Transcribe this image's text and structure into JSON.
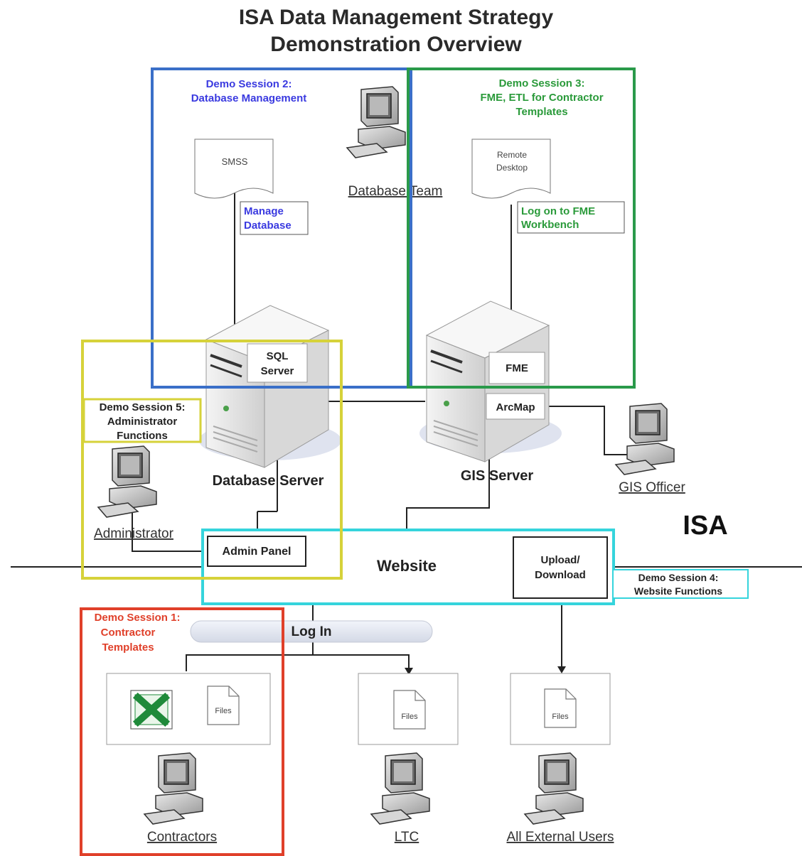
{
  "title": {
    "line1": "ISA Data Management Strategy",
    "line2": "Demonstration Overview"
  },
  "sessions": {
    "s1": {
      "line1": "Demo Session 1:",
      "line2": "Contractor",
      "line3": "Templates",
      "color": "#e0402a"
    },
    "s2": {
      "line1": "Demo Session 2:",
      "line2": "Database Management",
      "color": "#3a5fc8"
    },
    "s3": {
      "line1": "Demo Session 3:",
      "line2": "FME, ETL for Contractor",
      "line3": "Templates",
      "color": "#2a9a4a"
    },
    "s4": {
      "line1": "Demo Session 4:",
      "line2": "Website Functions",
      "color": "#35d4dc"
    },
    "s5": {
      "line1": "Demo Session 5:",
      "line2": "Administrator",
      "line3": "Functions",
      "color": "#d6d23a"
    }
  },
  "docs": {
    "smss": "SMSS",
    "remote_line1": "Remote",
    "remote_line2": "Desktop"
  },
  "callouts": {
    "manage_line1": "Manage",
    "manage_line2": "Database",
    "fme_line1": "Log on to FME",
    "fme_line2": "Workbench"
  },
  "servers": {
    "db_sub_line1": "SQL",
    "db_sub_line2": "Server",
    "db_label": "Database Server",
    "gis_sub1": "FME",
    "gis_sub2": "ArcMap",
    "gis_label": "GIS  Server"
  },
  "people": {
    "database_team": "Database Team",
    "gis_officer": "GIS Officer",
    "administrator": "Administrator",
    "contractors": "Contractors",
    "ltc": "LTC",
    "external": "All External Users"
  },
  "website": {
    "label": "Website",
    "admin_panel": "Admin Panel",
    "upload_line1": "Upload/",
    "upload_line2": "Download"
  },
  "isa_label": "ISA",
  "login": "Log In",
  "files": {
    "contractor_files": "Files",
    "ltc_files": "Files",
    "external_files": "Files"
  },
  "icons": [
    "computer-icon",
    "document-icon",
    "server-icon",
    "excel-icon"
  ]
}
